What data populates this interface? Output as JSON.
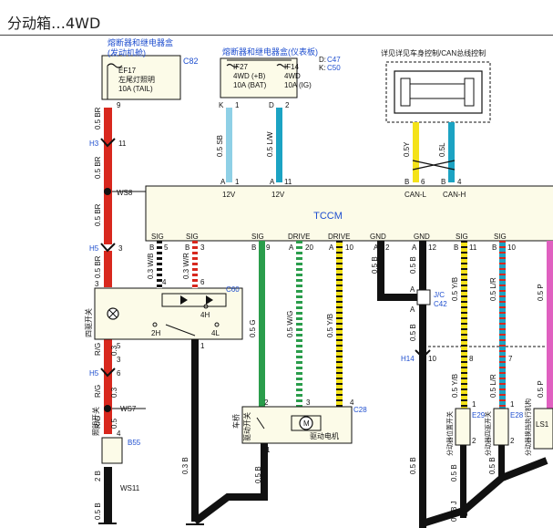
{
  "page": {
    "title": "分动箱…4WD"
  },
  "colors": {
    "red": "#d8281e",
    "black": "#111111",
    "blue": "#1f4fcf",
    "lightblue": "#8fd0e6",
    "teal": "#1ca3c3",
    "green": "#2a9d4b",
    "gray": "#9a9a9a",
    "yellow": "#f4e21a",
    "pink": "#e060c0",
    "tccm_fill": "#fcfbe8"
  },
  "boxes": {
    "engine_fuse_box": {
      "name": "熔断器和继电器盒",
      "sub": "(发动机舱)",
      "ref": "C82"
    },
    "panel_fuse_box": {
      "name": "熔断器和继电器盒(仪表板)",
      "ref_d": "D:",
      "ref_d_val": "C47",
      "ref_k": "K:",
      "ref_k_val": "C50"
    },
    "can_note": "详见详见车身控制/CAN总线控制",
    "tccm": "TCCM"
  },
  "fuses": {
    "ef17": {
      "id": "EF17",
      "desc": "左尾灯照明",
      "rating": "10A (TAIL)"
    },
    "if27": {
      "id": "IF27",
      "desc": "4WD (+B)",
      "rating": "10A (BAT)"
    },
    "if14": {
      "id": "IF14",
      "desc": "4WD",
      "rating": "10A (IG)"
    }
  },
  "terminals": {
    "t9": "9",
    "tK": "K",
    "t1": "1",
    "tD": "D",
    "t2": "2",
    "t11": "11",
    "tA": "A",
    "t3": "3",
    "t6": "6",
    "tB": "B",
    "t4": "4",
    "t5": "5",
    "t8": "8",
    "t20": "20",
    "t10": "10",
    "t12": "12",
    "t7": "7"
  },
  "connectors": {
    "h3": "H3",
    "h5": "H5",
    "h14": "H14",
    "c60": "C60",
    "c28": "C28",
    "c42": "C42",
    "jc": "J/C",
    "e29": "E29",
    "e28": "E28",
    "b55": "B55",
    "ws8": "WS8",
    "ws7": "WS7",
    "ws11": "WS11"
  },
  "wires": {
    "w05br": "0.5 BR",
    "w05sb": "0.5 SB",
    "w05lw": "0.5 L/W",
    "w05y": "0.5Y",
    "w05l": "0.5L",
    "w03wb": "0.3 W/B",
    "w03wr": "0.3 W/R",
    "w05g": "0.5 G",
    "w05wg": "0.5 W/G",
    "w05yb": "0.5 Y/B",
    "w05b": "0.5 B",
    "w05lr": "0.5 L/R",
    "w05p": "0.5 P",
    "w03b": "0.3 B",
    "w03": "0.3",
    "w05": "0.5",
    "wrg": "R/G",
    "w2b": "2 B",
    "w05bj": "0.5B J"
  },
  "tccm_pins": {
    "sig": "SIG",
    "drive": "DRIVE",
    "gnd": "GND",
    "v12": "12V",
    "canl": "CAN-L",
    "canh": "CAN-H"
  },
  "components": {
    "diff_lock_switch": "四驱开关",
    "actuator_switch": "驱动开关",
    "axle": "车桥",
    "motor": "驱动电机",
    "motor_symbol": "M",
    "sw_2h": "2H",
    "sw_4h": "4H",
    "sw_4l": "4L",
    "mode_switch": "照明开关",
    "fd_position_switch": "分动器位置开关",
    "fd_mode_switch": "分动器四驱开关",
    "fd_actuator": "分动器换挡执行机构",
    "ls1": "LS1"
  }
}
